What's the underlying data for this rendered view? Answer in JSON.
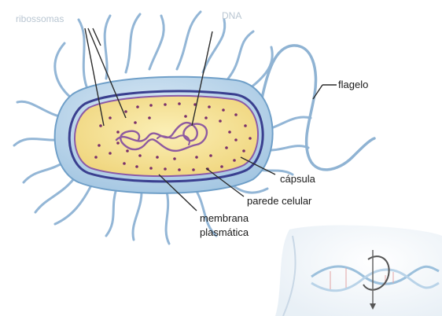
{
  "labels": {
    "ribossomas": "ribossomas",
    "dna": "DNA",
    "flagelo": "flagelo",
    "capsula": "cápsula",
    "parede_celular": "parede celular",
    "membrana_line1": "membrana",
    "membrana_line2": "plasmática"
  },
  "colors": {
    "capsule": "#a9cbe4",
    "capsule_edge": "#6f9fc8",
    "cell_wall": "#3a3f8f",
    "membrane": "#8a5aa8",
    "cytoplasm": "#f2dc84",
    "ribosome": "#7a2f6a",
    "dna": "#8e5aa0",
    "flagella": "#8fb3d3",
    "leader_line": "#2b2b2b"
  }
}
